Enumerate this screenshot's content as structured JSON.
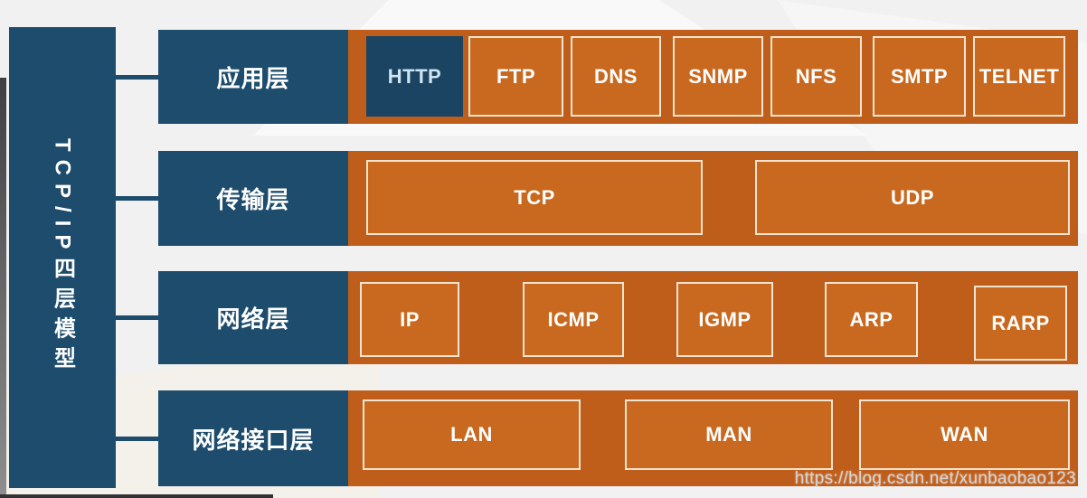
{
  "sidebar": {
    "title": "TCP/IP四层模型"
  },
  "layers": [
    {
      "label": "应用层",
      "protocols": [
        {
          "name": "HTTP",
          "highlighted": true
        },
        {
          "name": "FTP"
        },
        {
          "name": "DNS"
        },
        {
          "name": "SNMP"
        },
        {
          "name": "NFS"
        },
        {
          "name": "SMTP"
        },
        {
          "name": "TELNET"
        }
      ]
    },
    {
      "label": "传输层",
      "protocols": [
        {
          "name": "TCP"
        },
        {
          "name": "UDP"
        }
      ]
    },
    {
      "label": "网络层",
      "protocols": [
        {
          "name": "IP"
        },
        {
          "name": "ICMP"
        },
        {
          "name": "IGMP"
        },
        {
          "name": "ARP"
        },
        {
          "name": "RARP"
        }
      ]
    },
    {
      "label": "网络接口层",
      "protocols": [
        {
          "name": "LAN"
        },
        {
          "name": "MAN"
        },
        {
          "name": "WAN"
        }
      ]
    }
  ],
  "watermark": "https://blog.csdn.net/xunbaobao123",
  "colors": {
    "navy": "#1d4c6d",
    "orange_bar": "#bf5e1a",
    "orange_box": "#c9691f",
    "box_border": "#f2e4d0",
    "highlight_box": "#1a4462"
  },
  "highlighted_protocol": "HTTP"
}
